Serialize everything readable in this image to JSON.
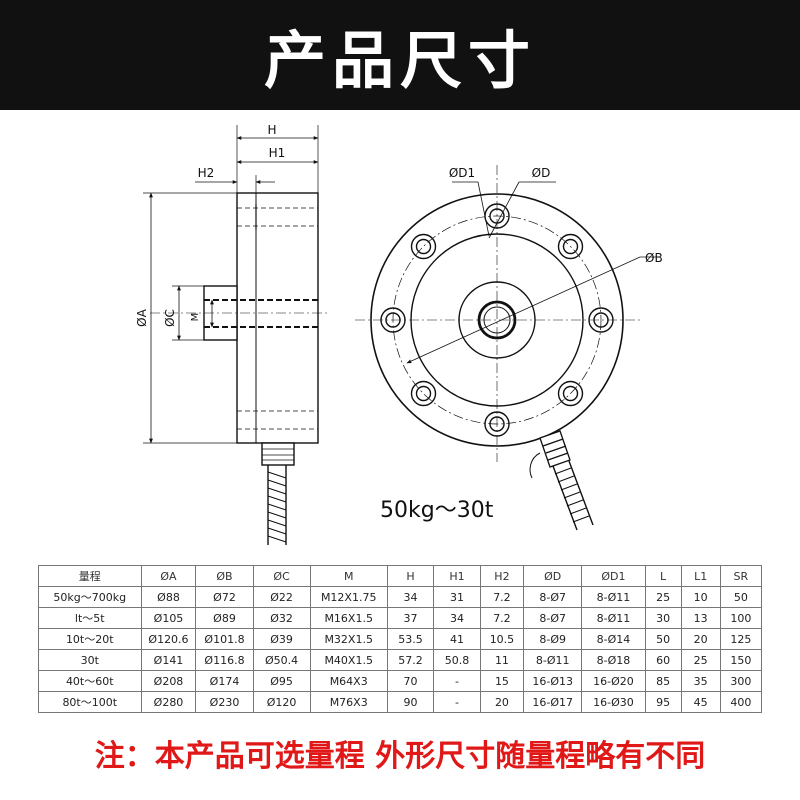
{
  "header": {
    "title": "产品尺寸"
  },
  "drawing": {
    "side_view_labels": {
      "H": "H",
      "H1": "H1",
      "H2": "H2",
      "A": "ØA",
      "C": "ØC",
      "M": "M"
    },
    "front_view_labels": {
      "D1": "ØD1",
      "D": "ØD",
      "B": "ØB"
    },
    "range_label": "50kg～30t"
  },
  "table": {
    "headers": [
      "量程",
      "ØA",
      "ØB",
      "ØC",
      "M",
      "H",
      "H1",
      "H2",
      "ØD",
      "ØD1",
      "L",
      "L1",
      "SR"
    ],
    "rows": [
      [
        "50kg～700kg",
        "Ø88",
        "Ø72",
        "Ø22",
        "M12X1.75",
        "34",
        "31",
        "7.2",
        "8-Ø7",
        "8-Ø11",
        "25",
        "10",
        "50"
      ],
      [
        "lt～5t",
        "Ø105",
        "Ø89",
        "Ø32",
        "M16X1.5",
        "37",
        "34",
        "7.2",
        "8-Ø7",
        "8-Ø11",
        "30",
        "13",
        "100"
      ],
      [
        "10t～20t",
        "Ø120.6",
        "Ø101.8",
        "Ø39",
        "M32X1.5",
        "53.5",
        "41",
        "10.5",
        "8-Ø9",
        "8-Ø14",
        "50",
        "20",
        "125"
      ],
      [
        "30t",
        "Ø141",
        "Ø116.8",
        "Ø50.4",
        "M40X1.5",
        "57.2",
        "50.8",
        "11",
        "8-Ø11",
        "8-Ø18",
        "60",
        "25",
        "150"
      ],
      [
        "40t～60t",
        "Ø208",
        "Ø174",
        "Ø95",
        "M64X3",
        "70",
        "-",
        "15",
        "16-Ø13",
        "16-Ø20",
        "85",
        "35",
        "300"
      ],
      [
        "80t～100t",
        "Ø280",
        "Ø230",
        "Ø120",
        "M76X3",
        "90",
        "-",
        "20",
        "16-Ø17",
        "16-Ø30",
        "95",
        "45",
        "400"
      ]
    ]
  },
  "note": "注：本产品可选量程 外形尺寸随量程略有不同"
}
